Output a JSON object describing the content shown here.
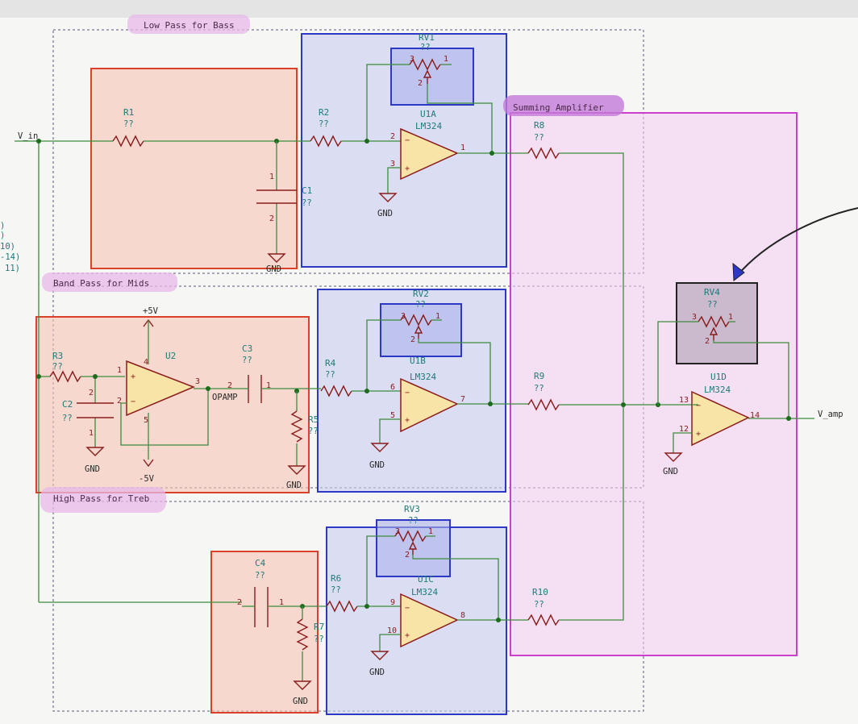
{
  "sections": {
    "low_pass": "Low Pass for Bass",
    "band_pass": "Band Pass for Mids",
    "high_pass": "High Pass for Treb",
    "summing": "Summing Amplifier"
  },
  "nets": {
    "v_in": "V_in",
    "v_amp": "V_amp",
    "gnd": "GND",
    "plus5": "+5V",
    "minus5": "-5V"
  },
  "unknown_value": "??",
  "components": {
    "R1": "R1",
    "R2": "R2",
    "R3": "R3",
    "R4": "R4",
    "R5": "R5",
    "R6": "R6",
    "R7": "R7",
    "R8": "R8",
    "R9": "R9",
    "R10": "R10",
    "C1": "C1",
    "C2": "C2",
    "C3": "C3",
    "C4": "C4",
    "RV1": "RV1",
    "RV2": "RV2",
    "RV3": "RV3",
    "RV4": "RV4",
    "U1A": "U1A",
    "U1B": "U1B",
    "U1C": "U1C",
    "U1D": "U1D",
    "U2": "U2",
    "LM324": "LM324",
    "OPAMP": "OPAMP"
  },
  "left_edge_fragments": [
    ")",
    ")",
    "10)",
    "-14)",
    "11)"
  ],
  "colors": {
    "wire": "#3d8c3d",
    "component": "#8a1c1c",
    "reference_text": "#1f7a7a",
    "opamp_fill": "#f7e4a6",
    "red_box": "#d9412b",
    "blue_box": "#2d38c4",
    "pink_box": "#cc3fcc",
    "highlight": "#b833c9"
  }
}
